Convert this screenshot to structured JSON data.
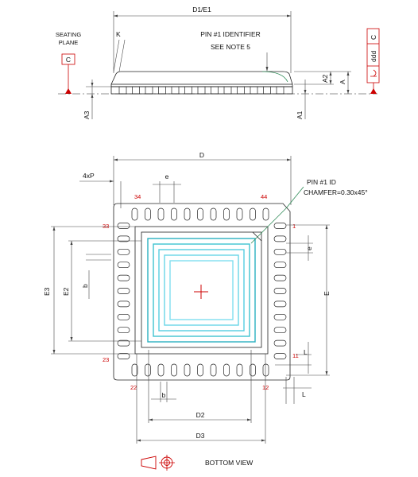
{
  "side_view": {
    "width_label": "D1/E1",
    "k_label": "K",
    "seating_plane": [
      "SEATING",
      "PLANE"
    ],
    "datum_c": "C",
    "pin1_note": [
      "PIN #1 IDENTIFIER",
      "SEE NOTE 5"
    ],
    "a2_label": "A2",
    "a_label": "A",
    "a1_label": "A1",
    "a3_label": "A3",
    "tolerance_box": [
      "C",
      "ddd"
    ]
  },
  "bottom_view": {
    "d_label": "D",
    "pitch_label": "4xP",
    "e_label": "e",
    "pin1_id": [
      "PIN #1 ID",
      "CHAMFER=0.30x45°"
    ],
    "pin_numbers": {
      "p34": "34",
      "p44": "44",
      "p33": "33",
      "p1": "1",
      "p23": "23",
      "p11": "11",
      "p22": "22",
      "p12": "12"
    },
    "e3_label": "E3",
    "e2_label": "E2",
    "b_left_label": "b",
    "e_right_label": "e",
    "E_label": "E",
    "L_right_label": "L",
    "L_bottom_label": "L",
    "b_bottom_label": "b",
    "d2_label": "D2",
    "d3_label": "D3",
    "caption": "BOTTOM VIEW"
  }
}
